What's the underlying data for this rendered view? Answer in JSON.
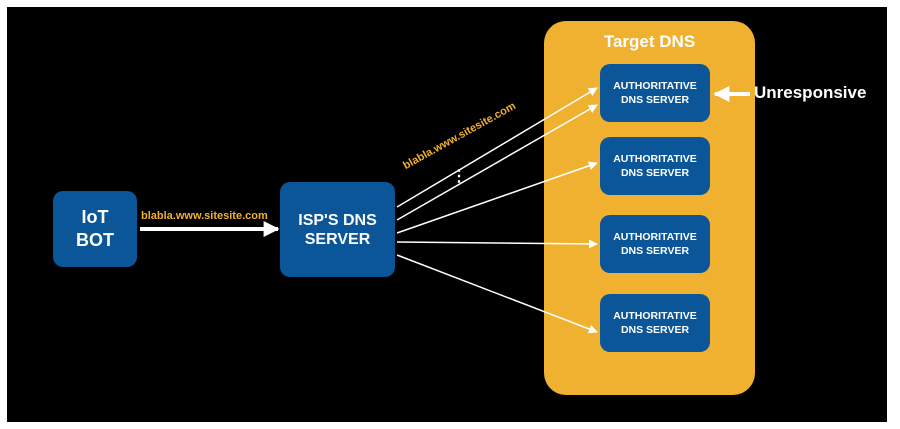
{
  "diagram": {
    "target_group": {
      "title": "Target DNS"
    },
    "iot_bot": {
      "label": "IoT\nBOT"
    },
    "isp_server": {
      "label": "ISP'S DNS\nSERVER"
    },
    "authoritative_servers": [
      {
        "label": "AUTHORITATIVE\nDNS SERVER"
      },
      {
        "label": "AUTHORITATIVE\nDNS SERVER"
      },
      {
        "label": "AUTHORITATIVE\nDNS SERVER"
      },
      {
        "label": "AUTHORITATIVE\nDNS SERVER"
      }
    ],
    "query_label_iot": "blabla.www.sitesite.com",
    "query_label_dns": "blabla.www.sitesite.com",
    "ellipsis": "⋮",
    "status_label": "Unresponsive",
    "colors": {
      "background": "#000000",
      "node_fill": "#0b5699",
      "target_fill": "#f0b030",
      "label_yellow": "#f0b030",
      "arrow": "#ffffff"
    }
  }
}
